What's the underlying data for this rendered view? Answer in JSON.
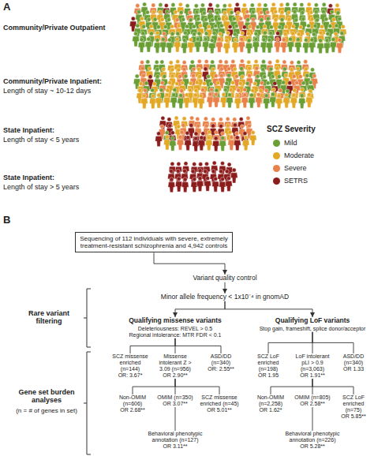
{
  "diagram": {
    "nodes": [
      {
        "text": [
          "Sequencing of 112 individuals with severe, extremely treatment-resistant schizophrenia and 4,942 controls"
        ]
      },
      {
        "text": [
          "Variant quality control"
        ]
      },
      {
        "text": [
          "Minor allele frequency < 1x10⁻⁴ in gnomAD"
        ]
      },
      {
        "text": [
          "Qualifying missense variants",
          "Deleteriousness: REVEL > 0.5",
          "Regional intolerance: MTR FDR < 0.1"
        ]
      },
      {
        "text": [
          "Qualifying LoF variants",
          "Stop gain, frameshift, splice donor/acceptor"
        ]
      },
      {
        "text": [
          "SCZ missense enriched (n=144)",
          "OR: 3.67*"
        ]
      },
      {
        "text": [
          "Missense intolerant Z > 3.09 (n=956)",
          "OR 2.90**"
        ]
      },
      {
        "text": [
          "ASD/DD (n=340)",
          "OR: 2.55**"
        ]
      },
      {
        "text": [
          "SCZ LoF enriched (n=198)",
          "OR 1.95"
        ]
      },
      {
        "text": [
          "LoF intolerant pLI > 0.9 (n=3,063)",
          "OR 1.91**"
        ]
      },
      {
        "text": [
          "ASD/DD (n=340)",
          "OR 1.33"
        ]
      },
      {
        "text": [
          "Non-OMIM (n=606)",
          "OR 2.68**"
        ]
      },
      {
        "text": [
          "OMIM (n=350)",
          "OR 3.07**"
        ]
      },
      {
        "text": [
          "SCZ missense enriched (n=45)",
          "OR 5.01**"
        ]
      },
      {
        "text": [
          "Non-OMIM (n=2,258)",
          "OR 1.62*"
        ]
      },
      {
        "text": [
          "OMIM (n=805)",
          "OR 2.58**"
        ]
      },
      {
        "text": [
          "SCZ LoF enriched (n=75)",
          "OR 5.85**"
        ]
      },
      {
        "text": [
          "Behavioral phenotypic annotation (n=127)",
          "OR 3.11**"
        ]
      },
      {
        "text": [
          "Behavioral phenotypic annotation (n=226)",
          "OR 5.28**"
        ]
      }
    ],
    "edges": [
      {
        "from": 0,
        "to": 1,
        "arrow": "to"
      },
      {
        "from": 1,
        "to": 2,
        "arrow": "to"
      },
      {
        "from": 2,
        "to": 3,
        "arrow": "to"
      },
      {
        "from": 2,
        "to": 4,
        "arrow": "to"
      },
      {
        "from": 3,
        "to": 5,
        "arrow": "none"
      },
      {
        "from": 3,
        "to": 6,
        "arrow": "none"
      },
      {
        "from": 3,
        "to": 7,
        "arrow": "none"
      },
      {
        "from": 4,
        "to": 8,
        "arrow": "none"
      },
      {
        "from": 4,
        "to": 9,
        "arrow": "none"
      },
      {
        "from": 4,
        "to": 10,
        "arrow": "none"
      },
      {
        "from": 6,
        "to": 11,
        "arrow": "none"
      },
      {
        "from": 6,
        "to": 12,
        "arrow": "none"
      },
      {
        "from": 6,
        "to": 13,
        "arrow": "none"
      },
      {
        "from": 9,
        "to": 14,
        "arrow": "none"
      },
      {
        "from": 9,
        "to": 15,
        "arrow": "none"
      },
      {
        "from": 9,
        "to": 16,
        "arrow": "none"
      },
      {
        "from": 12,
        "to": 17,
        "arrow": "none"
      },
      {
        "from": 15,
        "to": 18,
        "arrow": "none"
      }
    ],
    "labels": [
      "A",
      "Community/Private Outpatient",
      "Community/Private Inpatient:",
      "Length of stay ~ 10-12 days",
      "State Inpatient:",
      "Length of stay < 5 years",
      "State Inpatient:",
      "Length of stay > 5 years",
      "SCZ Severity",
      "B",
      "Rare variant filtering",
      "Gene set burden analyses",
      "(n = # of genes in set)"
    ],
    "legend": [
      {
        "text": "Mild",
        "color": "#6a9f36"
      },
      {
        "text": "Moderate",
        "color": "#e3a826"
      },
      {
        "text": "Severe",
        "color": "#e8824a"
      },
      {
        "text": "SETRS",
        "color": "#8c1d1d"
      }
    ]
  }
}
